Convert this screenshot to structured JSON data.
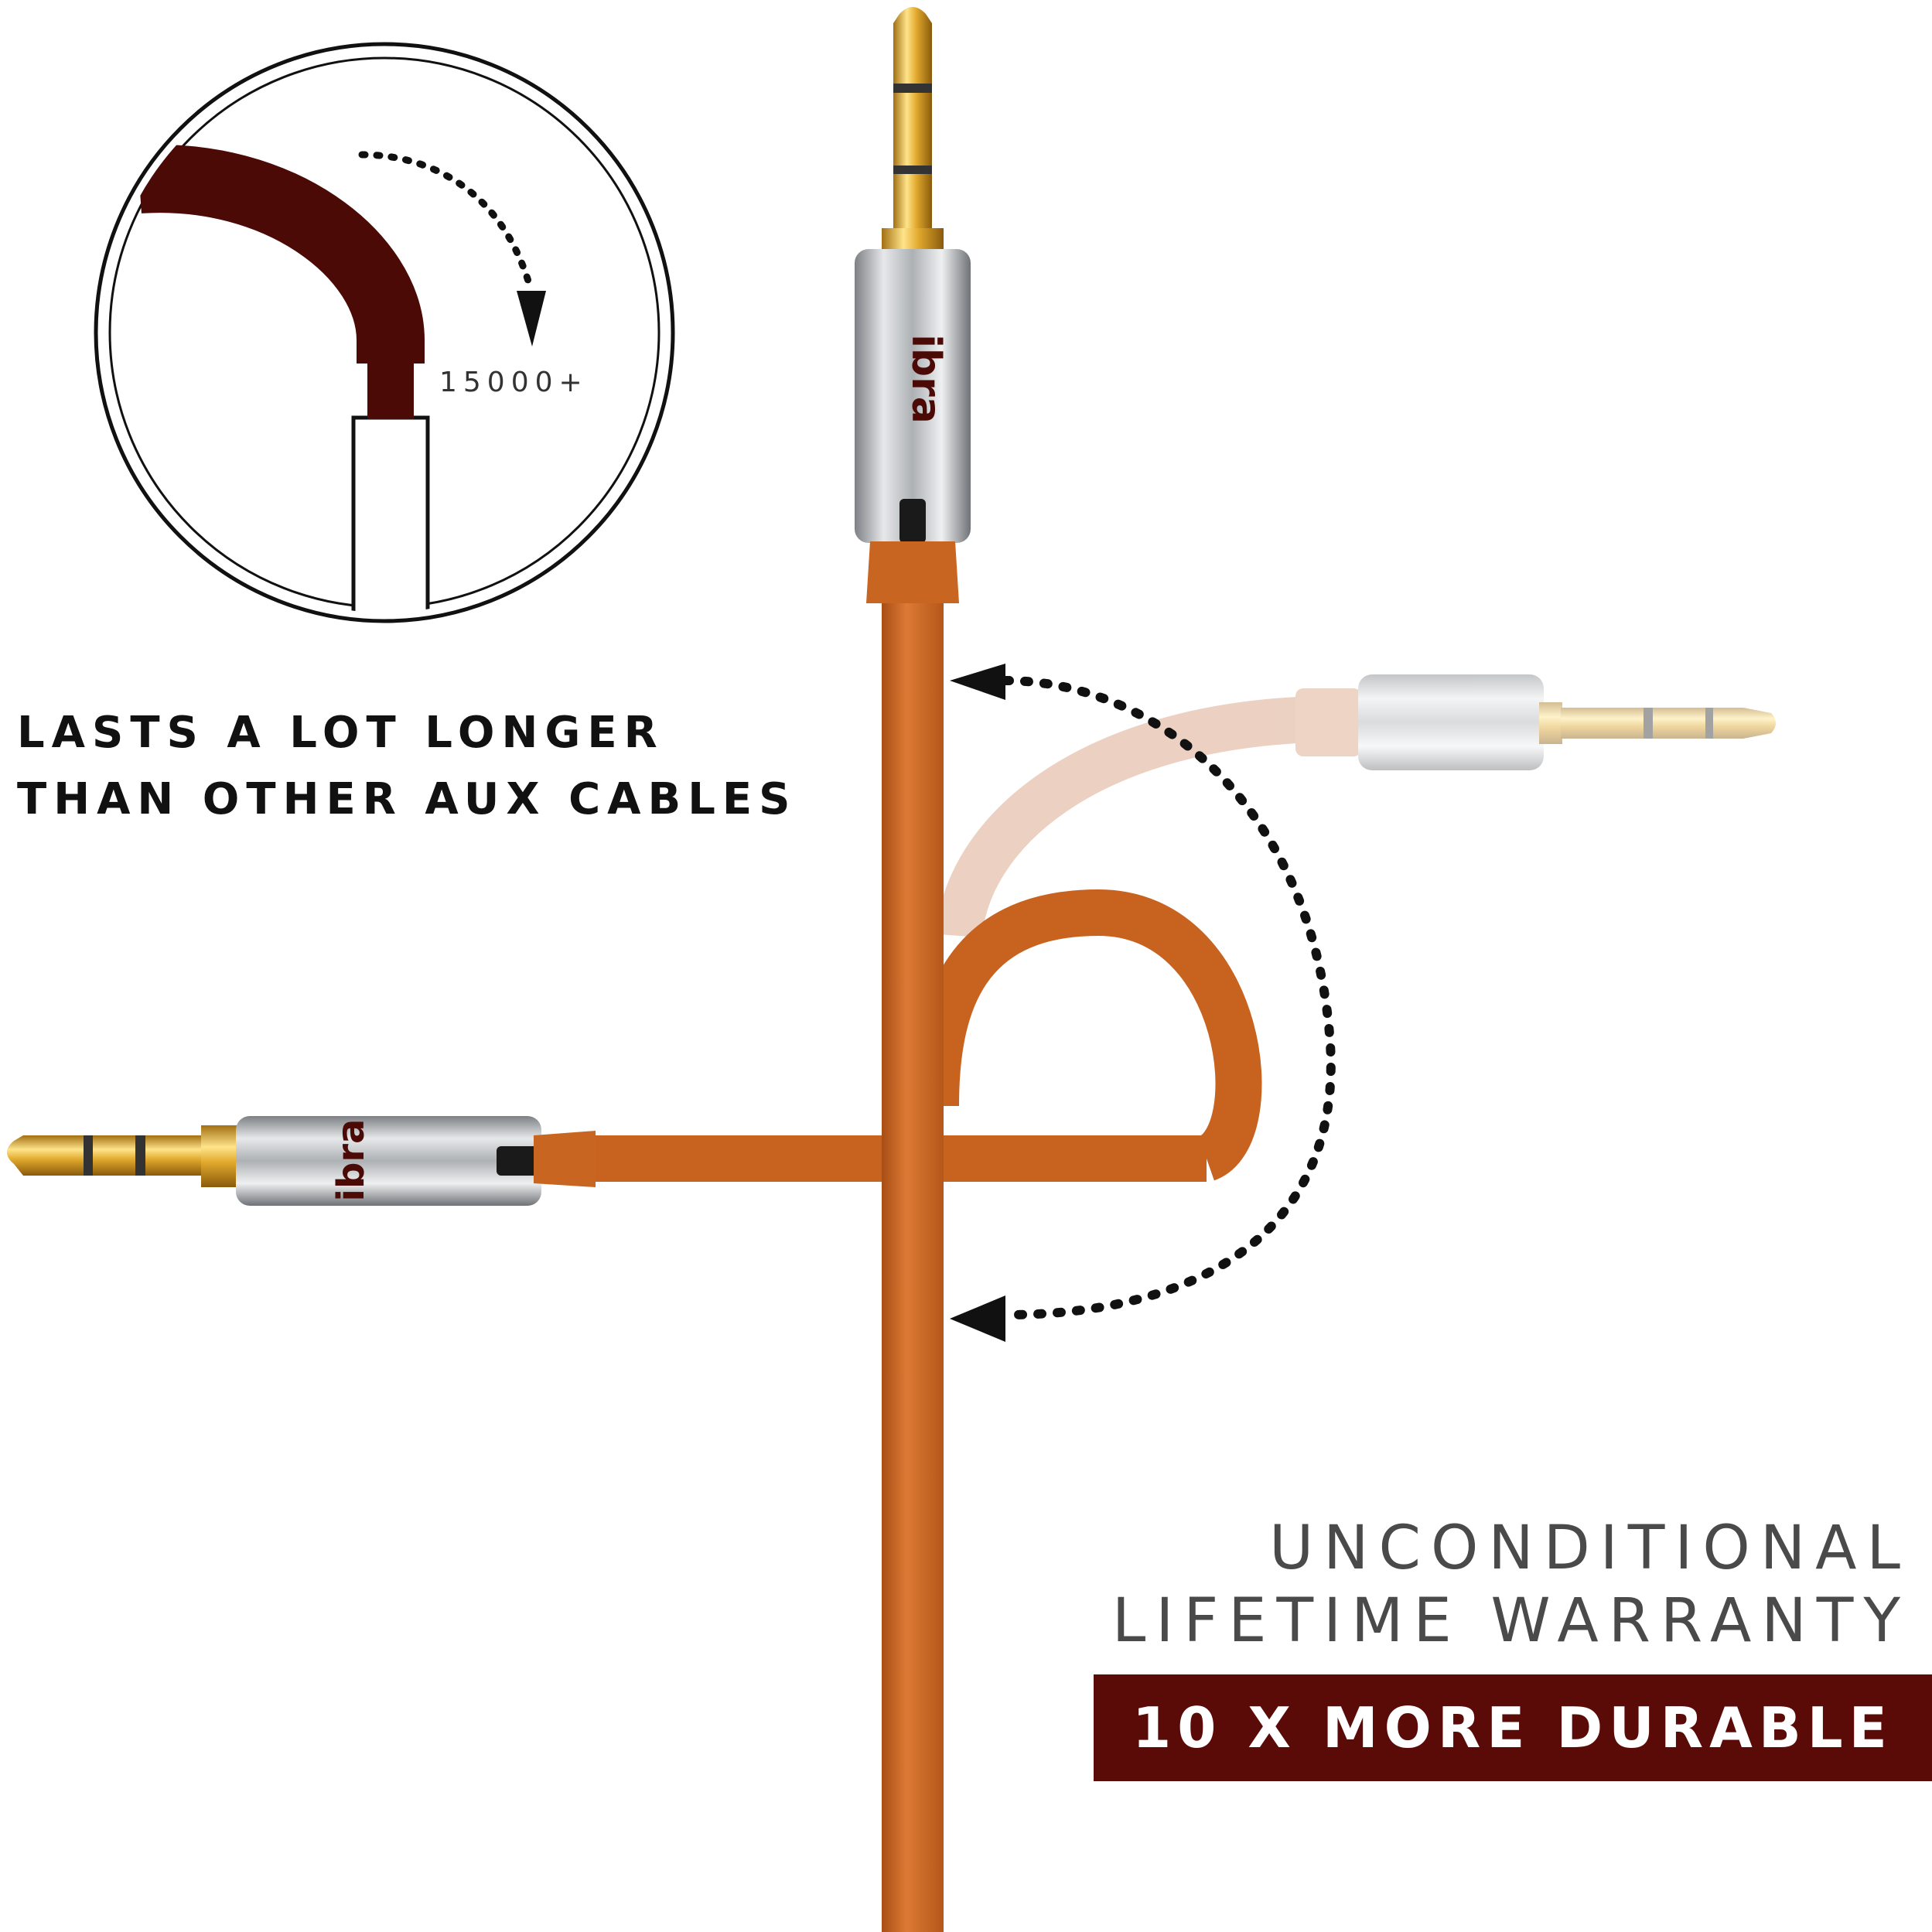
{
  "bend_diagram": {
    "bend_count_label": "15000+"
  },
  "captions": {
    "lasts_line1": "LASTS A LOT LONGER",
    "lasts_line2": "THAN OTHER AUX CABLES",
    "warranty_line1": "UNCONDITIONAL",
    "warranty_line2": "LIFETIME WARRANTY",
    "durable_badge": "10 X MORE DURABLE"
  },
  "brand": {
    "logo_text": "ibra"
  },
  "colors": {
    "cable_orange": "#c8621f",
    "cable_faded": "#e8c4ae",
    "maroon": "#4b0a06",
    "gold": "#e8b83a",
    "chrome": "#b9bcbf",
    "warranty_text": "#4a4a4a",
    "badge_bg": "#5a0b08",
    "badge_text": "#ffffff"
  },
  "icons": [
    "bend-arrow-icon",
    "dotted-arrow-icon",
    "audio-jack-icon"
  ]
}
